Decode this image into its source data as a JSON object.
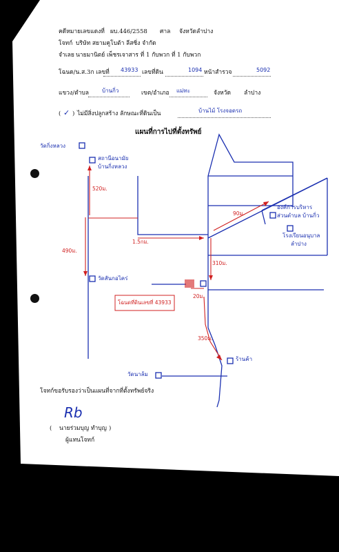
{
  "header": {
    "case_label": "คดีหมายเลขแดงที่",
    "case_no": "ผบ.446/2558",
    "court_label": "ศาล",
    "court": "จังหวัดลำปาง",
    "plaintiff_label": "โจทก์",
    "plaintiff": "บริษัท สยามคูโบต้า ลีสซิ่ง จำกัด",
    "defendant_label": "จำเลย",
    "defendant": "นายมานิตย์  เพ็ชรเจาสาร  ที่ 1 กับพวก  ที่ 1 กับพวก"
  },
  "land": {
    "deed_label": "โฉนด/น.ส.3ก เลขที่",
    "deed_no": "43933",
    "parcel_label": "เลขที่ดิน",
    "parcel_no": "1094",
    "survey_label": "หน้าสำรวจ",
    "survey_no": "5092",
    "subdistrict_label": "แขวง/ตำบล",
    "subdistrict": "บ้านกิ่ว",
    "district_label": "เขต/อำเภอ",
    "district": "แม่ทะ",
    "province_label": "จังหวัด",
    "province": "ลำปาง",
    "check_open": "(",
    "check_mark": "✓",
    "check_close": ")",
    "building_text": "ไม่มีสิ่งปลูกสร้าง ลักษณะที่ดินเป็น",
    "land_type": "บ้านไม้ โรงจอดรถ"
  },
  "map": {
    "title": "แผนที่การไปที่ตั้งทรัพย์",
    "labels": {
      "temple_top": "วัดกิ่งหลวง",
      "health_center": "สถานีอนามัย",
      "health_center2": "บ้านกิ่งหลวง",
      "admin_org": "องค์การบริหาร",
      "admin_org2": "ส่วนตำบล บ้านกิ่ว",
      "school": "โรงเรียนอนุบาล",
      "school2": "ลำปาง",
      "temple_mid": "วัดสันกอไคร่",
      "temple_bottom": "วัดนาล้ม",
      "shop": "ร้านค้า",
      "property": "โฉนดที่ดินเลขที่ 43933"
    },
    "distances": {
      "d1": "520ม.",
      "d2": "490ม.",
      "d3": "1.5กม.",
      "d4": "90ม.",
      "d5": "310ม.",
      "d6": "20ม.",
      "d7": "350ม."
    }
  },
  "footer": {
    "certify": "โจทก์ขอรับรองว่าเป็นแผนที่จากที่ตั้งทรัพย์จริง",
    "signature": "Rb",
    "paren_open": "(",
    "name": "นายร่วมบุญ  ทำบุญ",
    "paren_close": ")",
    "role": "ผู้แทนโจทก์"
  }
}
